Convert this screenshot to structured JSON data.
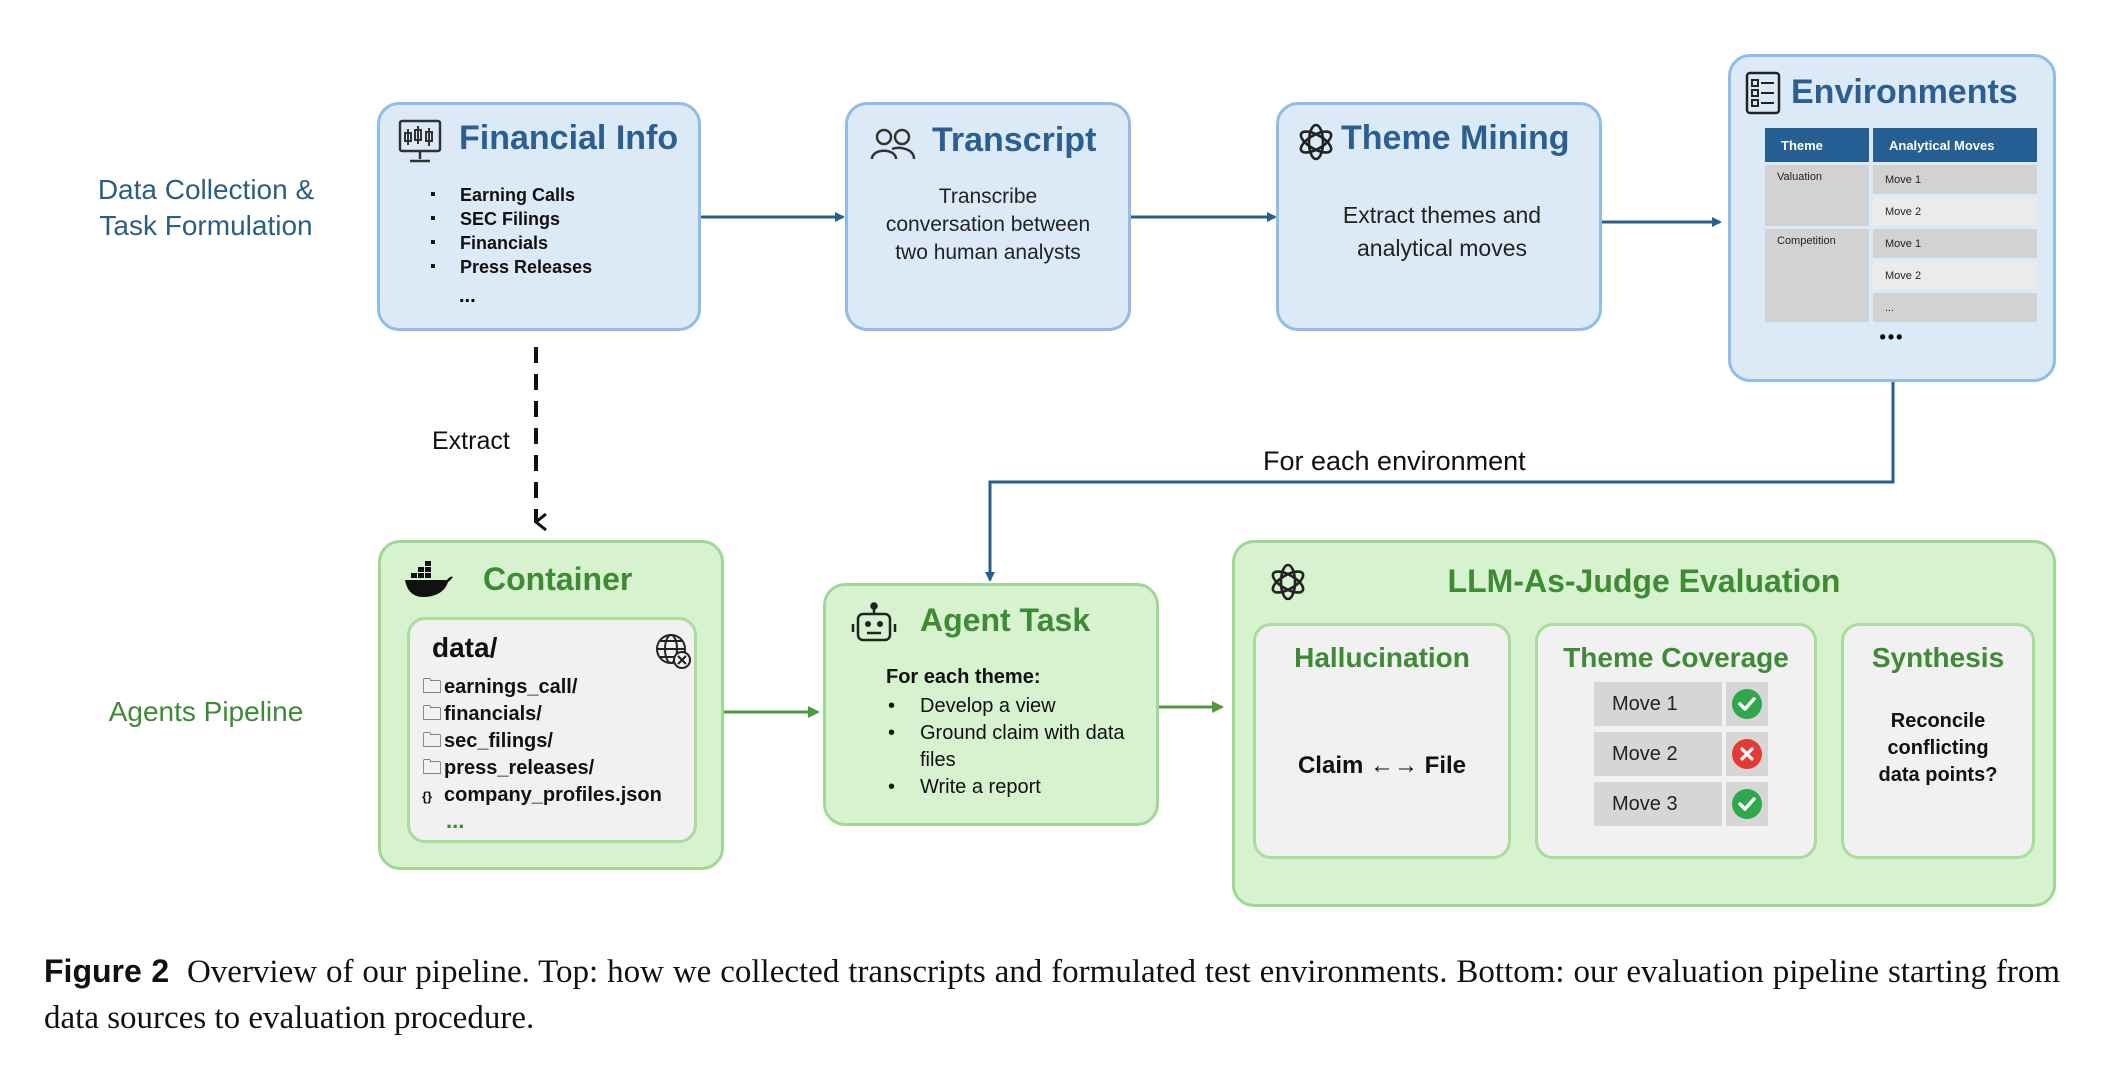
{
  "row_labels": {
    "data_collection": "Data Collection &\nTask Formulation",
    "agents_pipeline": "Agents Pipeline"
  },
  "financial_info": {
    "title": "Financial Info",
    "items": [
      "Earning Calls",
      "SEC Filings",
      "Financials",
      "Press Releases"
    ],
    "ellipsis": "..."
  },
  "transcript": {
    "title": "Transcript",
    "body": "Transcribe conversation between two human analysts"
  },
  "theme_mining": {
    "title": "Theme Mining",
    "body": "Extract themes and analytical moves"
  },
  "environments": {
    "title": "Environments",
    "table_headers": [
      "Theme",
      "Analytical Moves"
    ],
    "themes": [
      "Valuation",
      "Competition"
    ],
    "moves": [
      "Move 1",
      "Move 2",
      "Move 1",
      "Move 2",
      "..."
    ],
    "ellipsis": "•••"
  },
  "edges": {
    "extract": "Extract",
    "for_each_environment": "For each environment"
  },
  "container": {
    "title": "Container",
    "root": "data/",
    "files": [
      {
        "icon": "folder",
        "name": "earnings_call/"
      },
      {
        "icon": "folder",
        "name": "financials/"
      },
      {
        "icon": "folder",
        "name": "sec_filings/"
      },
      {
        "icon": "folder",
        "name": "press_releases/"
      },
      {
        "icon": "json",
        "name": "company_profiles.json"
      }
    ],
    "ellipsis": "..."
  },
  "agent_task": {
    "title": "Agent Task",
    "heading": "For each theme:",
    "steps": [
      "Develop a view",
      "Ground claim with data files",
      "Write a report"
    ]
  },
  "judge": {
    "title": "LLM-As-Judge Evaluation",
    "hallucination": {
      "title": "Hallucination",
      "body": "Claim ←→ File"
    },
    "theme_coverage": {
      "title": "Theme Coverage",
      "moves": [
        {
          "label": "Move 1",
          "status": "pass"
        },
        {
          "label": "Move 2",
          "status": "fail"
        },
        {
          "label": "Move 3",
          "status": "pass"
        }
      ]
    },
    "synthesis": {
      "title": "Synthesis",
      "body": "Reconcile conflicting data points?"
    }
  },
  "caption": {
    "label": "Figure 2",
    "text": "Overview of our pipeline. Top: how we collected transcripts and formulated test environments. Bottom: our evaluation pipeline starting from data sources to evaluation procedure."
  },
  "colors": {
    "blue_fill": "#dceaf8",
    "blue_border": "#8fbde7",
    "blue_title": "#2b5f92",
    "green_fill": "#d7f2cf",
    "green_border": "#9fd894",
    "green_title": "#3e8a35",
    "arrow_blue": "#2a5f8a",
    "arrow_green": "#4e9a3c",
    "pass": "#2ea84a",
    "fail": "#e23b33"
  }
}
